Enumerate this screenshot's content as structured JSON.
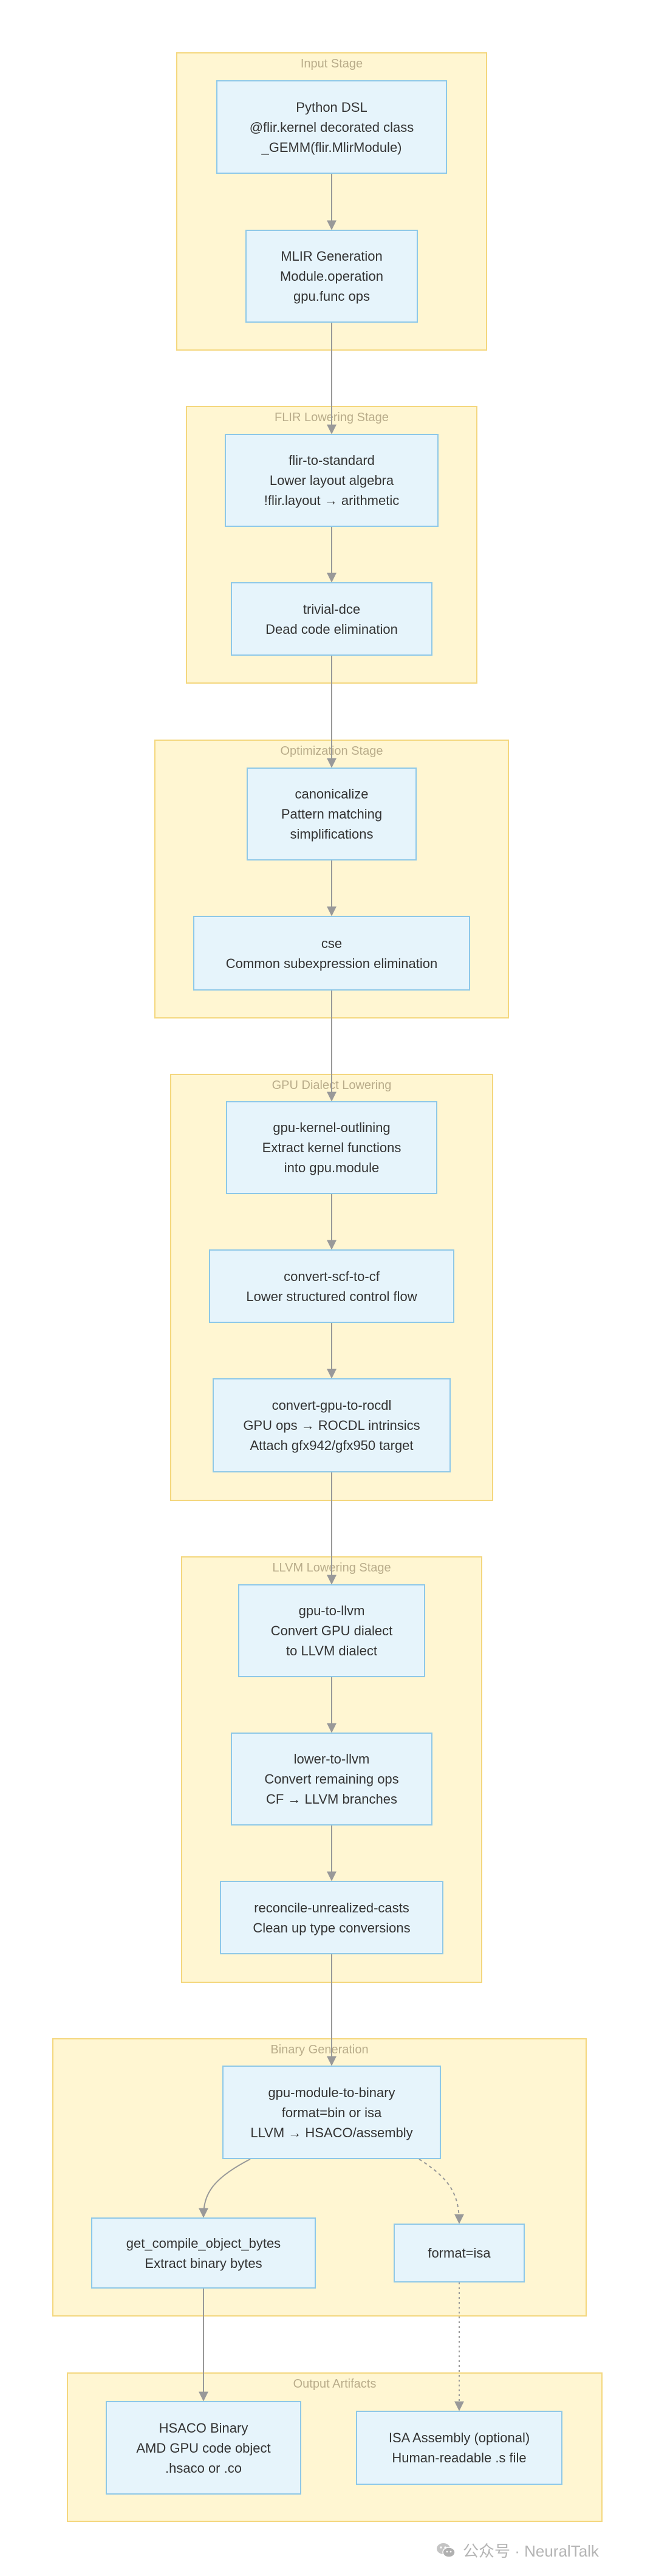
{
  "stages": {
    "input": "Input Stage",
    "flir": "FLIR Lowering Stage",
    "opt": "Optimization Stage",
    "gpu": "GPU Dialect Lowering",
    "llvm": "LLVM Lowering Stage",
    "binary": "Binary Generation",
    "output": "Output Artifacts"
  },
  "nodes": {
    "python_dsl": [
      "Python DSL",
      "@flir.kernel decorated class",
      "_GEMM(flir.MlirModule)"
    ],
    "mlir_gen": [
      "MLIR Generation",
      "Module.operation",
      "gpu.func ops"
    ],
    "flir_to_standard": [
      "flir-to-standard",
      "Lower layout algebra",
      "!flir.layout → arithmetic"
    ],
    "trivial_dce": [
      "trivial-dce",
      "Dead code elimination"
    ],
    "canonicalize": [
      "canonicalize",
      "Pattern matching",
      "simplifications"
    ],
    "cse": [
      "cse",
      "Common subexpression elimination"
    ],
    "gpu_kernel_outlining": [
      "gpu-kernel-outlining",
      "Extract kernel functions",
      "into gpu.module"
    ],
    "convert_scf_to_cf": [
      "convert-scf-to-cf",
      "Lower structured control flow"
    ],
    "convert_gpu_to_rocdl": [
      "convert-gpu-to-rocdl",
      "GPU ops → ROCDL intrinsics",
      "Attach gfx942/gfx950 target"
    ],
    "gpu_to_llvm": [
      "gpu-to-llvm",
      "Convert GPU dialect",
      "to LLVM dialect"
    ],
    "lower_to_llvm": [
      "lower-to-llvm",
      "Convert remaining ops",
      "CF → LLVM branches"
    ],
    "reconcile_casts": [
      "reconcile-unrealized-casts",
      "Clean up type conversions"
    ],
    "gpu_module_to_binary": [
      "gpu-module-to-binary",
      "format=bin or isa",
      "LLVM → HSACO/assembly"
    ],
    "get_compile_object_bytes": [
      "get_compile_object_bytes",
      "Extract binary bytes"
    ],
    "format_isa": [
      "format=isa"
    ],
    "hsaco_binary": [
      "HSACO Binary",
      "AMD GPU code object",
      ".hsaco or .co"
    ],
    "isa_assembly": [
      "ISA Assembly (optional)",
      "Human-readable .s file"
    ]
  },
  "watermark": {
    "text": "公众号 · NeuralTalk"
  },
  "colors": {
    "stage_fill": "#fff6d2",
    "stage_border": "#f4d77e",
    "node_fill": "#e6f4fb",
    "node_border": "#8ec8e8",
    "edge": "#999999",
    "text": "#333333"
  }
}
